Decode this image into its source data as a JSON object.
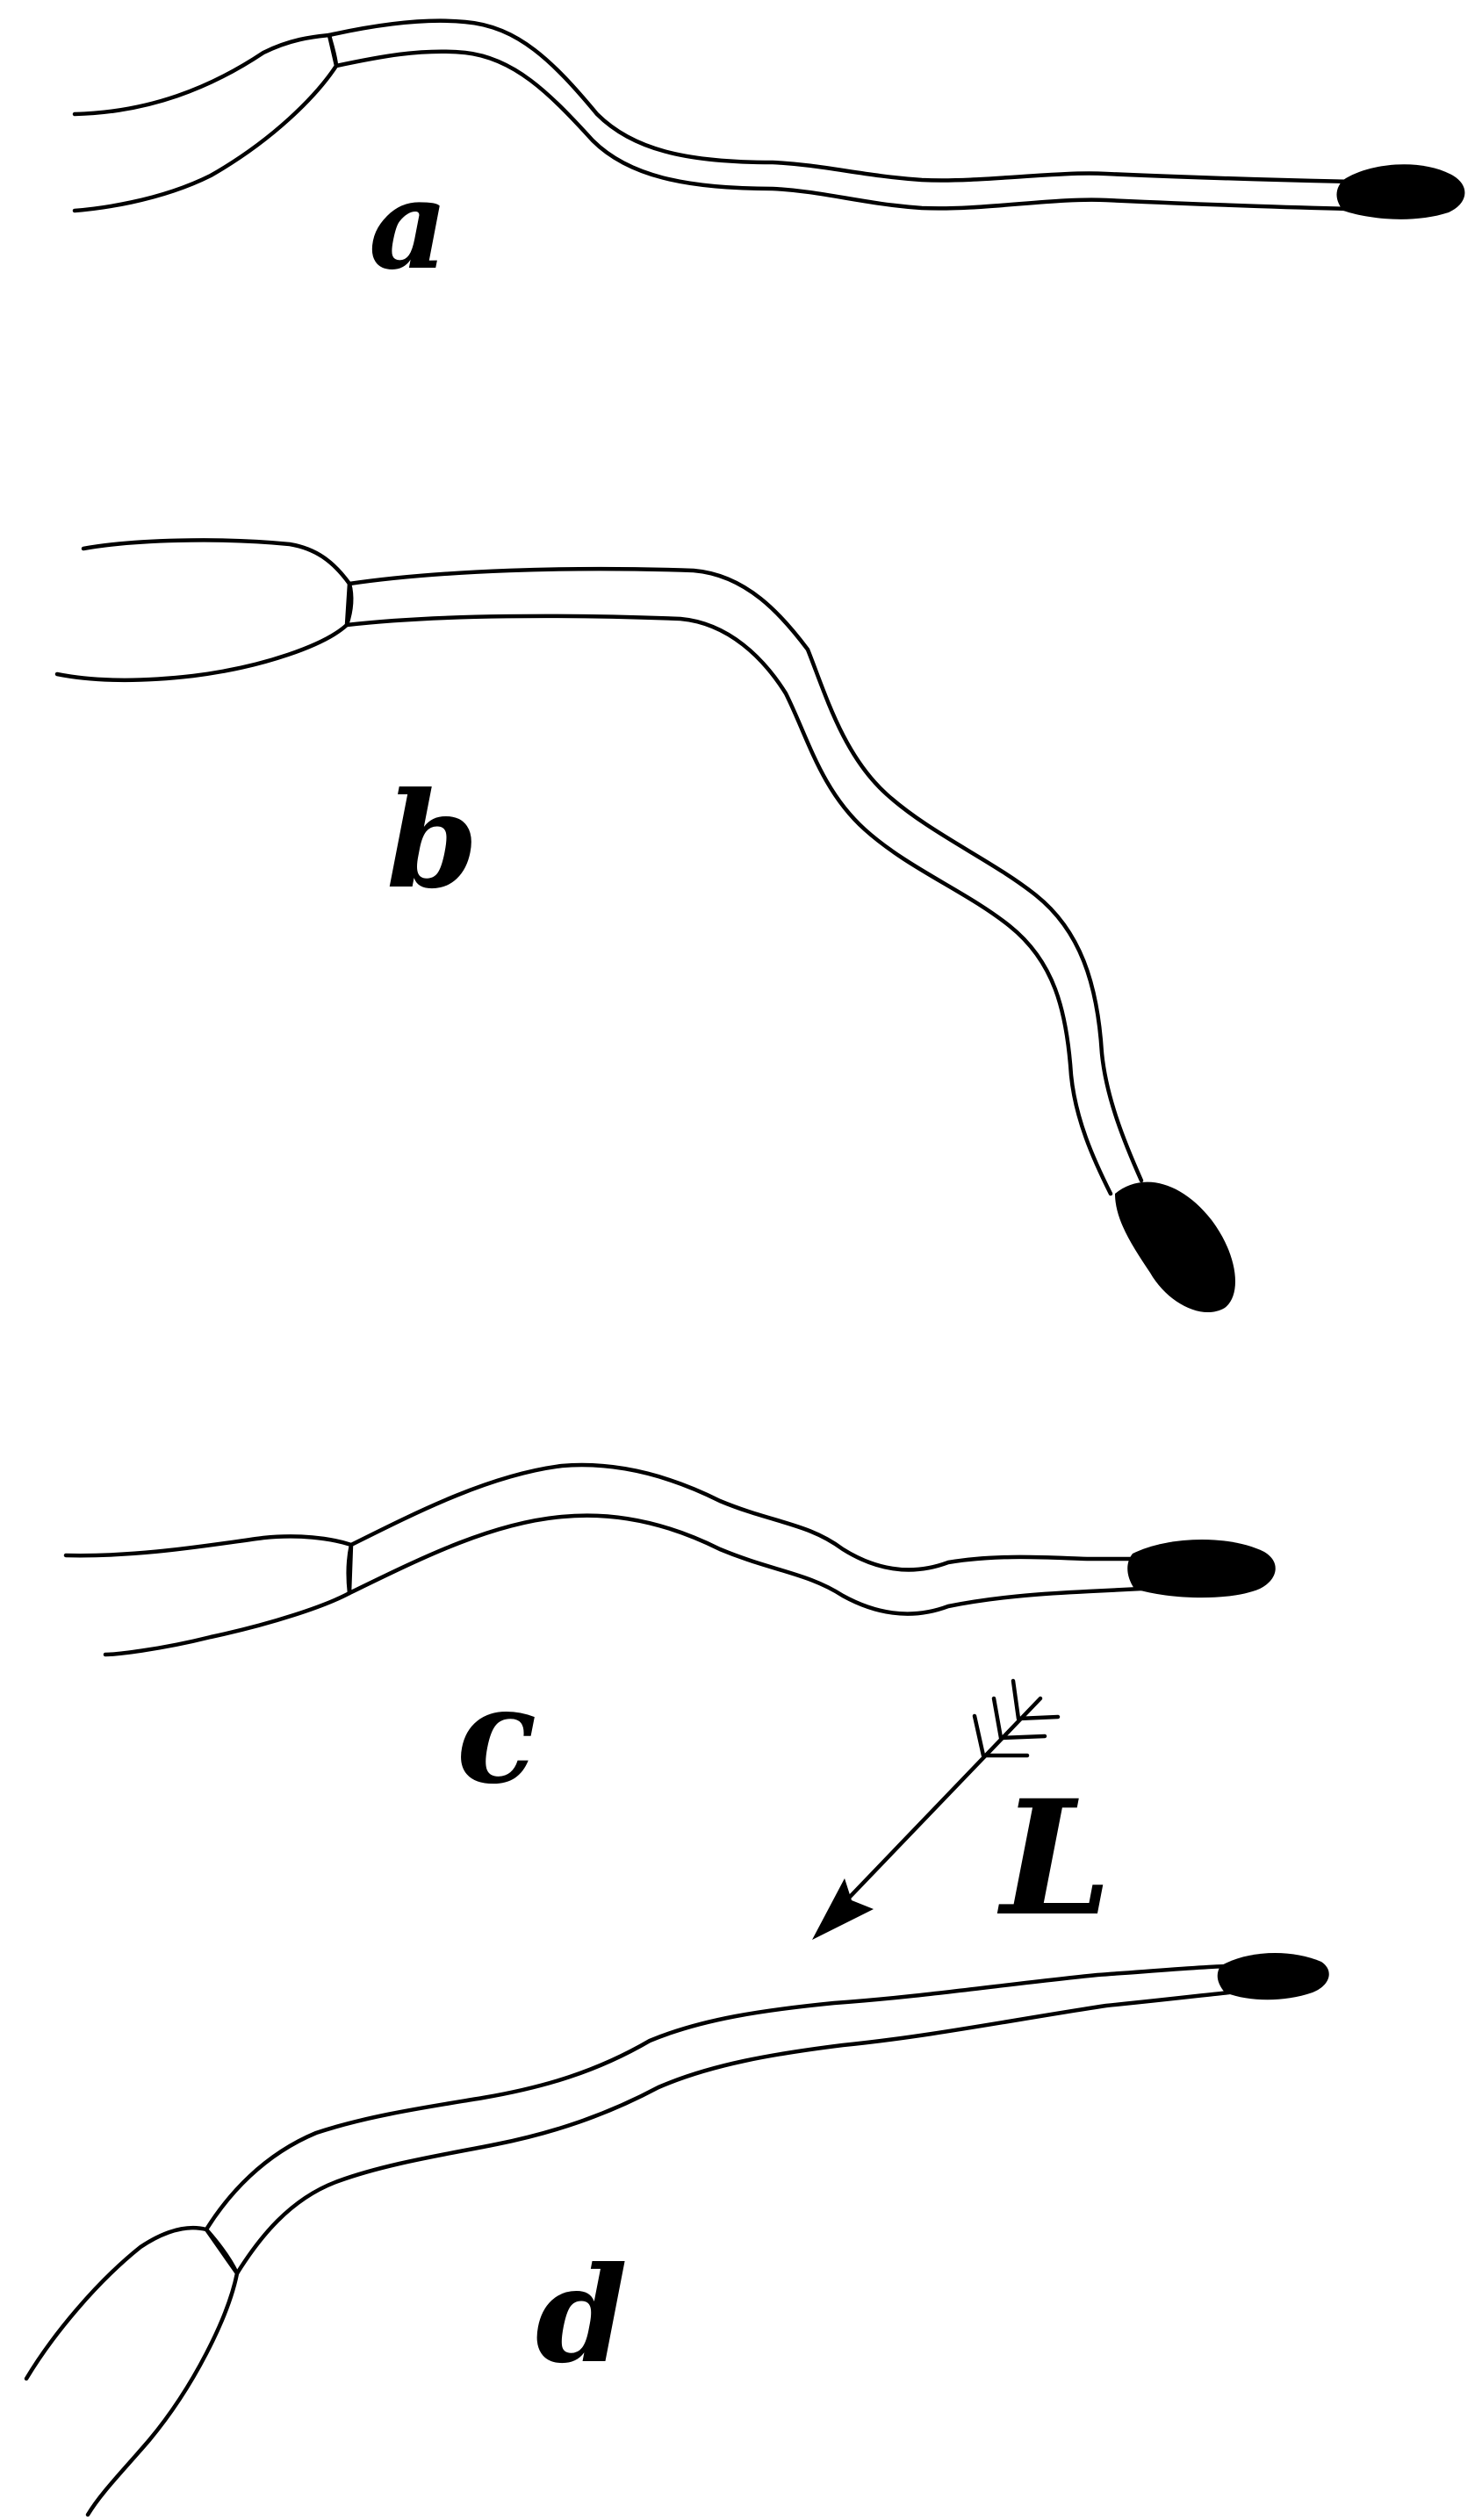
{
  "figures": [
    {
      "id": "a",
      "label": "a"
    },
    {
      "id": "b",
      "label": "b"
    },
    {
      "id": "c",
      "label": "c"
    },
    {
      "id": "d",
      "label": "d"
    }
  ],
  "direction_marker": {
    "label": "L",
    "icon": "arrow-icon"
  },
  "colors": {
    "ink": "#000000",
    "paper": "#ffffff"
  }
}
